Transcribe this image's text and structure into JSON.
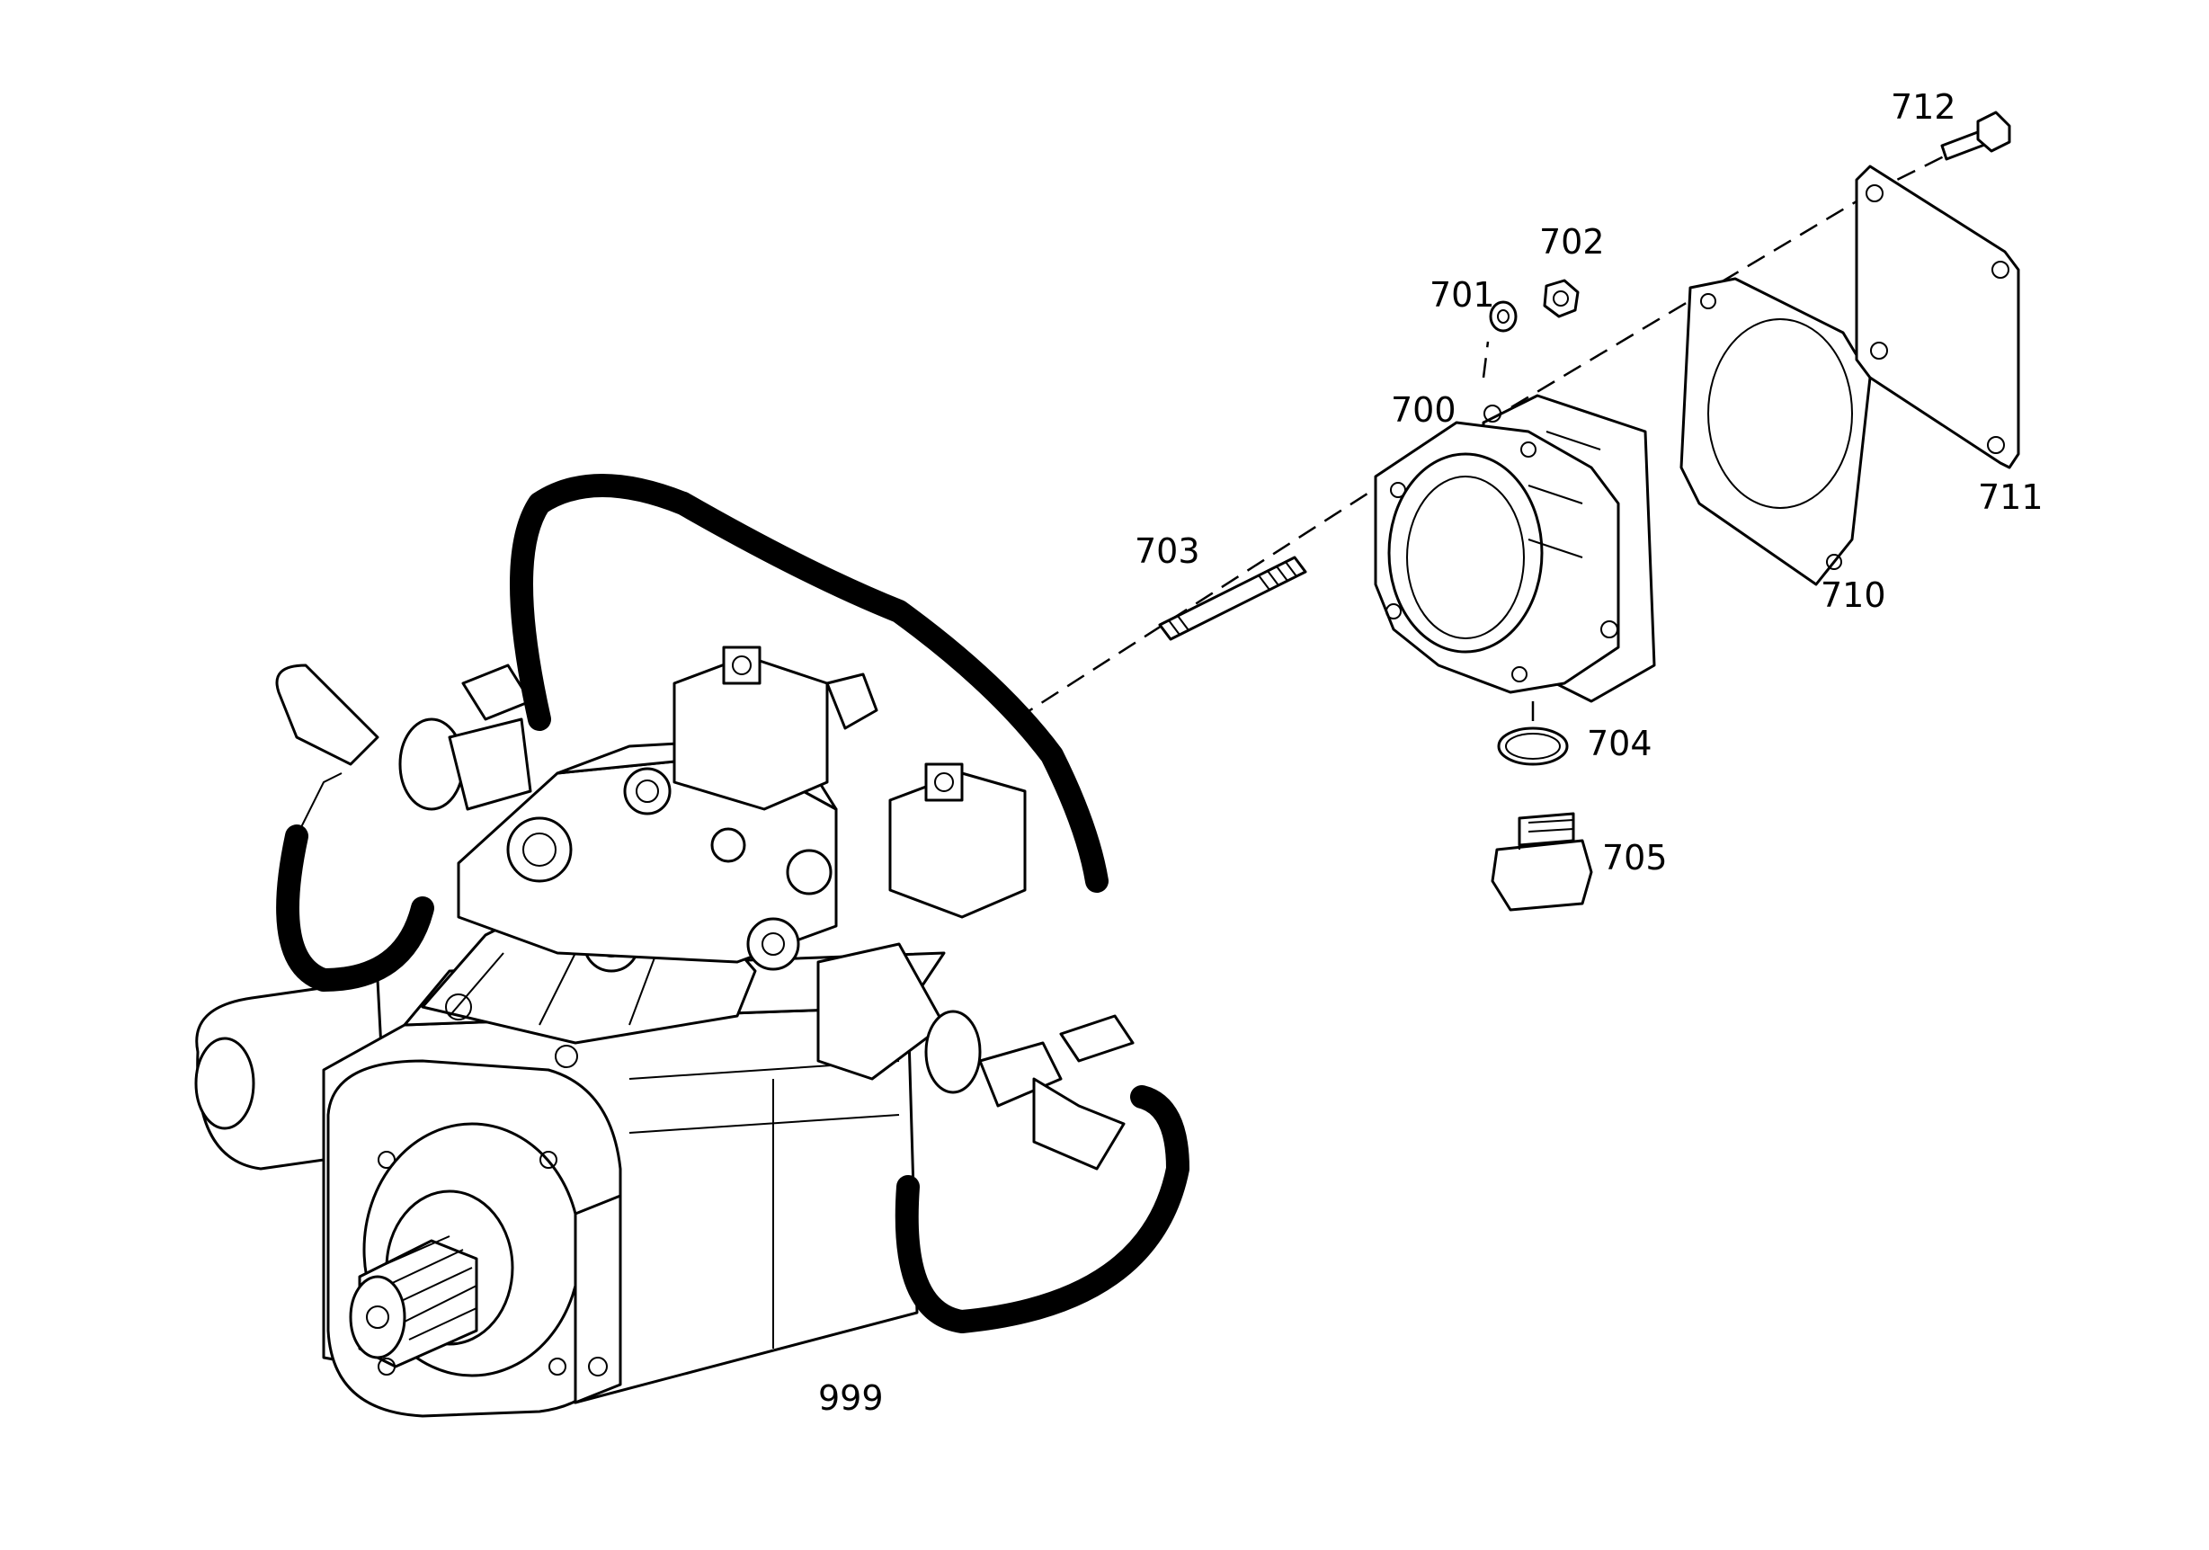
{
  "diagram": {
    "callouts": {
      "p700": "700",
      "p701": "701",
      "p702": "702",
      "p703": "703",
      "p704": "704",
      "p705": "705",
      "p710": "710",
      "p711": "711",
      "p712": "712",
      "p999": "999"
    }
  }
}
